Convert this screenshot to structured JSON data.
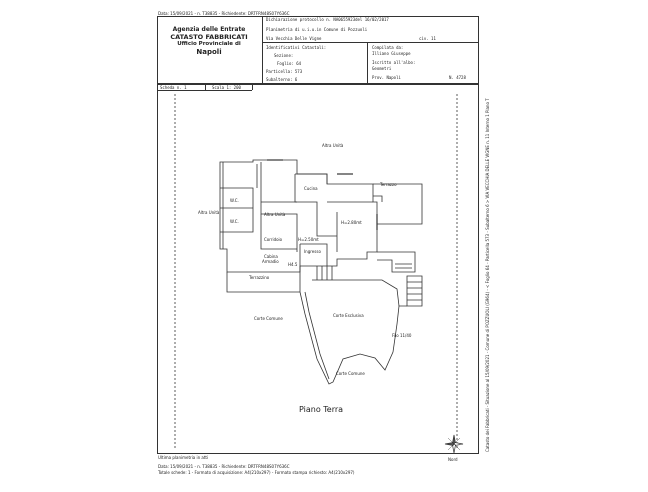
{
  "top_stamp": "Data: 15/09/2021 - n. T38835 - Richiedente: DRTFRN48S07Y636C",
  "agency": {
    "line1": "Agenzia delle Entrate",
    "line2": "CATASTO FABBRICATI",
    "line3": "Ufficio Provinciale di",
    "line4": "Napoli"
  },
  "header": {
    "dichiarazione": "Dichiarazione protocollo n. NA0655923del  16/02/2017",
    "planimetria": "Planimetria di u.i.u.in Comune di Pozzuoli",
    "via": "Via Vecchia Delle Vigne",
    "civ": "civ. 11",
    "ident_title": "Identificativi Catastali:",
    "sezione_label": "Sezione:",
    "foglio_label": "Foglio: 64",
    "particella_label": "Particella: 573",
    "subalterno_label": "Subalterno: 6",
    "compilata_label": "Compilata da:",
    "compilata_name": "Illiano Giuseppe",
    "iscritto_label": "Iscritto all'albo:",
    "iscritto_value": "Geometri",
    "prov_label": "Prov. Napoli",
    "prov_number": "N. 4728"
  },
  "scheda": {
    "scheda_label": "Scheda n. 1",
    "scala_label": "Scala 1: 200"
  },
  "rooms": {
    "altra_unita_top": "Altra Unità",
    "altra_unita_left": "Altra Unità",
    "wc1": "W.C.",
    "wc2": "W.C.",
    "cucina": "Cucina",
    "terrazzo": "Terrazzo",
    "altra_unita_mid": "Altra Unità",
    "h_280": "H=2.80mt",
    "corridoio": "Corridoio",
    "h_250": "H=2.50mt",
    "cabina": "Cabina",
    "armadio": "Armadio",
    "ingresso": "Ingresso",
    "h_s": "H4.5",
    "terrazzino": "Terrazzino",
    "corte_comune_left": "Corte Comune",
    "corte_esclusiva": "Corte Esclusiva",
    "filo_label": "Filo 11/40",
    "corte_comune_bottom": "Corte Comune"
  },
  "floor_label": "Piano Terra",
  "north_label": "Nord",
  "side_text": "Catasto dei Fabbricati - Situazione al 15/09/2021 - Comune di POZZUOLI (G964) - < Foglio 64 - Particella 573 - Subalterno 6 > VIA VECCHIA DELLE VIGNE n. 11 Interno 1 Piano T",
  "footer": {
    "ultima": "Ultima planimetria in atti",
    "stamp": "Data: 15/09/2021 - n. T38835 - Richiedente: DRTFRN48S07Y636C",
    "totale": "Totale schede: 1 - Formato di acquisizione: A4(210x297) - Formato stampa richiesto: A4(210x297)"
  }
}
